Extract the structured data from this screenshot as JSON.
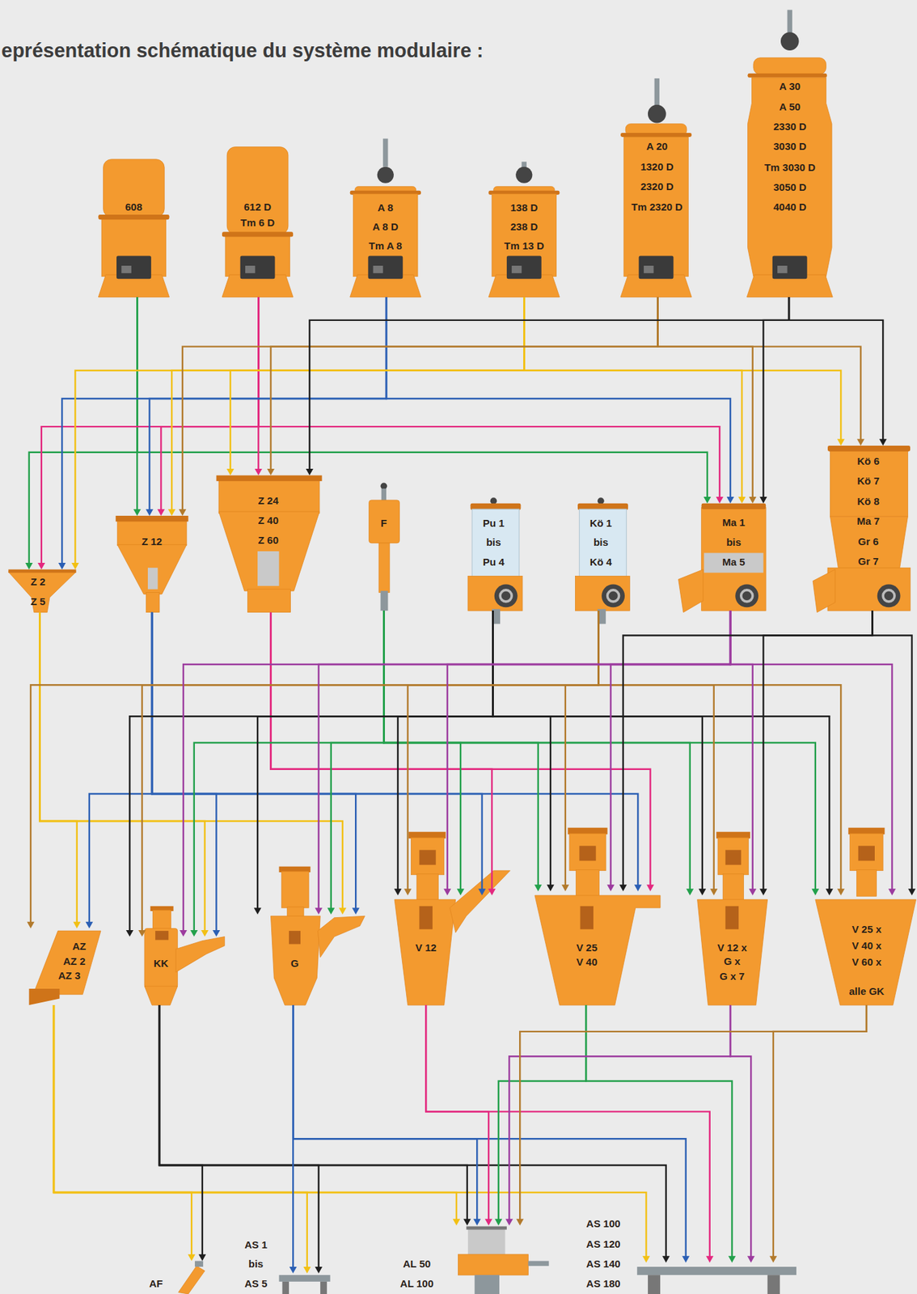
{
  "diagram": {
    "title": "eprésentation schématique du système modulaire :",
    "nodes": [
      {
        "text": [
          "608"
        ]
      },
      {
        "text": [
          "612 D",
          "Tm 6 D"
        ]
      },
      {
        "text": [
          "A 8",
          "A 8 D",
          "Tm A 8"
        ]
      },
      {
        "text": [
          "138 D",
          "238 D",
          "Tm 13 D"
        ]
      },
      {
        "text": [
          "A 20",
          "1320 D",
          "2320 D",
          "Tm 2320 D"
        ]
      },
      {
        "text": [
          "A 30",
          "A 50",
          "2330 D",
          "3030 D",
          "Tm 3030 D",
          "3050 D",
          "4040 D"
        ]
      },
      {
        "text": [
          "Z 2",
          "Z 5"
        ]
      },
      {
        "text": [
          "Z 12"
        ]
      },
      {
        "text": [
          "Z 24",
          "Z 40",
          "Z 60"
        ]
      },
      {
        "text": [
          "F"
        ]
      },
      {
        "text": [
          "Pu 1",
          "bis",
          "Pu 4"
        ]
      },
      {
        "text": [
          "Kö 1",
          "bis",
          "Kö 4"
        ]
      },
      {
        "text": [
          "Ma 1",
          "bis",
          "Ma 5"
        ]
      },
      {
        "text": [
          "Kö 6",
          "Kö 7",
          "Kö 8",
          "Ma 7",
          "Gr 6",
          "Gr 7"
        ]
      },
      {
        "text": [
          "AZ",
          "AZ 2",
          "AZ 3"
        ]
      },
      {
        "text": [
          "KK"
        ]
      },
      {
        "text": [
          "G"
        ]
      },
      {
        "text": [
          "V 12"
        ]
      },
      {
        "text": [
          "V 25",
          "V 40"
        ]
      },
      {
        "text": [
          "V 12 x",
          "G x",
          "G x 7"
        ]
      },
      {
        "text": [
          "V 25 x",
          "V 40 x",
          "V 60 x",
          "alle GK"
        ]
      },
      {
        "text": [
          "AF"
        ]
      },
      {
        "text": [
          "AS 1",
          "bis",
          "AS 5"
        ]
      },
      {
        "text": [
          "AL 50",
          "AL 100"
        ]
      },
      {
        "text": [
          "AS 100",
          "AS 120",
          "AS 140",
          "AS 180"
        ]
      }
    ],
    "edges": [
      {
        "from": 0,
        "to": 6,
        "arrow": "to"
      },
      {
        "from": 0,
        "to": 7,
        "arrow": "to"
      },
      {
        "from": 0,
        "to": 12,
        "arrow": "to"
      },
      {
        "from": 1,
        "to": 6,
        "arrow": "to"
      },
      {
        "from": 1,
        "to": 7,
        "arrow": "to"
      },
      {
        "from": 1,
        "to": 8,
        "arrow": "to"
      },
      {
        "from": 1,
        "to": 12,
        "arrow": "to"
      },
      {
        "from": 2,
        "to": 6,
        "arrow": "to"
      },
      {
        "from": 2,
        "to": 7,
        "arrow": "to"
      },
      {
        "from": 2,
        "to": 12,
        "arrow": "to"
      },
      {
        "from": 3,
        "to": 6,
        "arrow": "to"
      },
      {
        "from": 3,
        "to": 7,
        "arrow": "to"
      },
      {
        "from": 3,
        "to": 8,
        "arrow": "to"
      },
      {
        "from": 3,
        "to": 12,
        "arrow": "to"
      },
      {
        "from": 3,
        "to": 13,
        "arrow": "to"
      },
      {
        "from": 4,
        "to": 7,
        "arrow": "to"
      },
      {
        "from": 4,
        "to": 8,
        "arrow": "to"
      },
      {
        "from": 4,
        "to": 12,
        "arrow": "to"
      },
      {
        "from": 4,
        "to": 13,
        "arrow": "to"
      },
      {
        "from": 5,
        "to": 8,
        "arrow": "to"
      },
      {
        "from": 5,
        "to": 12,
        "arrow": "to"
      },
      {
        "from": 5,
        "to": 13,
        "arrow": "to"
      },
      {
        "from": 6,
        "to": 14,
        "arrow": "to"
      },
      {
        "from": 6,
        "to": 15,
        "arrow": "to"
      },
      {
        "from": 6,
        "to": 16,
        "arrow": "to"
      },
      {
        "from": 7,
        "to": 14,
        "arrow": "to"
      },
      {
        "from": 7,
        "to": 15,
        "arrow": "to"
      },
      {
        "from": 7,
        "to": 16,
        "arrow": "to"
      },
      {
        "from": 7,
        "to": 17,
        "arrow": "to"
      },
      {
        "from": 7,
        "to": 18,
        "arrow": "to"
      },
      {
        "from": 8,
        "to": 17,
        "arrow": "to"
      },
      {
        "from": 8,
        "to": 18,
        "arrow": "to"
      },
      {
        "from": 9,
        "to": 15,
        "arrow": "to"
      },
      {
        "from": 9,
        "to": 16,
        "arrow": "to"
      },
      {
        "from": 9,
        "to": 17,
        "arrow": "to"
      },
      {
        "from": 9,
        "to": 18,
        "arrow": "to"
      },
      {
        "from": 9,
        "to": 19,
        "arrow": "to"
      },
      {
        "from": 9,
        "to": 20,
        "arrow": "to"
      },
      {
        "from": 10,
        "to": 15,
        "arrow": "to"
      },
      {
        "from": 10,
        "to": 16,
        "arrow": "to"
      },
      {
        "from": 10,
        "to": 17,
        "arrow": "to"
      },
      {
        "from": 10,
        "to": 18,
        "arrow": "to"
      },
      {
        "from": 10,
        "to": 19,
        "arrow": "to"
      },
      {
        "from": 10,
        "to": 20,
        "arrow": "to"
      },
      {
        "from": 11,
        "to": 14,
        "arrow": "to"
      },
      {
        "from": 11,
        "to": 15,
        "arrow": "to"
      },
      {
        "from": 11,
        "to": 17,
        "arrow": "to"
      },
      {
        "from": 11,
        "to": 18,
        "arrow": "to"
      },
      {
        "from": 11,
        "to": 19,
        "arrow": "to"
      },
      {
        "from": 11,
        "to": 20,
        "arrow": "to"
      },
      {
        "from": 12,
        "to": 15,
        "arrow": "to"
      },
      {
        "from": 12,
        "to": 16,
        "arrow": "to"
      },
      {
        "from": 12,
        "to": 17,
        "arrow": "to"
      },
      {
        "from": 12,
        "to": 18,
        "arrow": "to"
      },
      {
        "from": 12,
        "to": 19,
        "arrow": "to"
      },
      {
        "from": 12,
        "to": 20,
        "arrow": "to"
      },
      {
        "from": 13,
        "to": 18,
        "arrow": "to"
      },
      {
        "from": 13,
        "to": 19,
        "arrow": "to"
      },
      {
        "from": 13,
        "to": 20,
        "arrow": "to"
      },
      {
        "from": 14,
        "to": 21,
        "arrow": "to"
      },
      {
        "from": 14,
        "to": 22,
        "arrow": "to"
      },
      {
        "from": 14,
        "to": 23,
        "arrow": "to"
      },
      {
        "from": 14,
        "to": 24,
        "arrow": "to"
      },
      {
        "from": 15,
        "to": 21,
        "arrow": "to"
      },
      {
        "from": 15,
        "to": 22,
        "arrow": "to"
      },
      {
        "from": 15,
        "to": 23,
        "arrow": "to"
      },
      {
        "from": 15,
        "to": 24,
        "arrow": "to"
      },
      {
        "from": 16,
        "to": 22,
        "arrow": "to"
      },
      {
        "from": 16,
        "to": 23,
        "arrow": "to"
      },
      {
        "from": 16,
        "to": 24,
        "arrow": "to"
      },
      {
        "from": 17,
        "to": 23,
        "arrow": "to"
      },
      {
        "from": 17,
        "to": 24,
        "arrow": "to"
      },
      {
        "from": 18,
        "to": 23,
        "arrow": "to"
      },
      {
        "from": 18,
        "to": 24,
        "arrow": "to"
      },
      {
        "from": 19,
        "to": 23,
        "arrow": "to"
      },
      {
        "from": 19,
        "to": 24,
        "arrow": "to"
      },
      {
        "from": 20,
        "to": 23,
        "arrow": "to"
      },
      {
        "from": 20,
        "to": 24,
        "arrow": "to"
      }
    ]
  }
}
